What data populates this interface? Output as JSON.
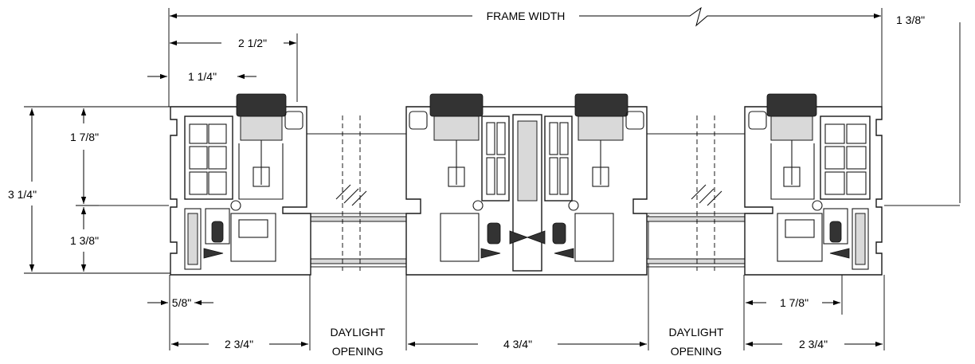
{
  "dimensions": {
    "frame_width": "FRAME WIDTH",
    "top_right": "1 3/8\"",
    "d_2_1_2": "2 1/2\"",
    "d_1_1_4": "1 1/4\"",
    "d_3_1_4": "3 1/4\"",
    "d_1_7_8_left": "1 7/8\"",
    "d_1_3_8_left": "1 3/8\"",
    "d_5_8": "5/8\"",
    "d_1_7_8_right": "1 7/8\"",
    "d_2_3_4_left": "2 3/4\"",
    "d_4_3_4": "4 3/4\"",
    "d_2_3_4_right": "2 3/4\""
  },
  "labels": {
    "daylight_line1": "DAYLIGHT",
    "daylight_line2": "OPENING"
  }
}
